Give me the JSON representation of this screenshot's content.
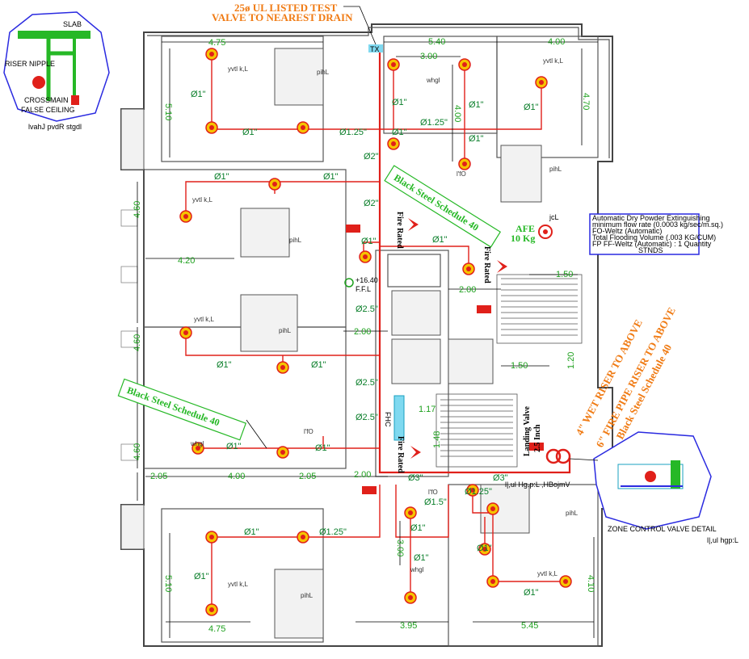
{
  "title_note": {
    "line1": "25ø UL LISTED TEST",
    "line2": "VALVE TO NEAREST DRAIN"
  },
  "riser_detail": {
    "slab": "SLAB",
    "riser_nipple": "RISER NIPPLE",
    "crossmain": "CROSSMAIN",
    "false_ceiling": "FALSE CEILING",
    "caption": "lvahJ pvdR stgdl"
  },
  "dimensions": {
    "top_left_width": "4.75",
    "top_mid_width": "5.40",
    "top_mid_sub": "3.00",
    "top_right_width": "4.00",
    "left_height_top": "5.10",
    "right_height_top": "4.70",
    "mid_height": "4.00",
    "left_h1": "4.60",
    "left_h2": "4.60",
    "left_h3": "4.60",
    "room_width_mid": "4.20",
    "corridor1": "2.00",
    "corridor2": "2.00",
    "corridor3": "2.00",
    "bottom_w1": "2.05",
    "bottom_w2": "4.00",
    "bottom_w3": "2.05",
    "stair_w": "1.50",
    "stair_w2": "1.50",
    "stair_h": "1.20",
    "landing_1": "1.17",
    "landing_2": "1.48",
    "bottom_left_width": "4.75",
    "bottom_mid_width": "3.95",
    "bottom_right_width": "5.45",
    "bottom_left_height": "5.10",
    "bottom_right_height": "4.10",
    "bottom_mid_height": "3.00"
  },
  "pipe_sizes": {
    "p1": "Ø1\"",
    "p1_25": "Ø1.25\"",
    "p2": "Ø2\"",
    "p2_5": "Ø2.5\"",
    "p3": "Ø3\"",
    "p1_5": "Ø1.5\""
  },
  "rooms": {
    "bedroom": "yvtl k,L",
    "bath": "pihL",
    "kitchen": "l'fO",
    "living": "whgl",
    "reception": "yvtl k,L"
  },
  "labels": {
    "black_steel": "Black Steel Schedule 40",
    "fire_rated": "Fire Rated",
    "fhc": "FHC",
    "landing_valve_1": "Landing Valve",
    "landing_valve_2": "2.5 Inch",
    "wet_riser": "4\" WET RISER TO ABOVE",
    "fire_pipe_riser": "6\" FIRE PIPE RISER TO ABOVE",
    "fire_pipe_sched": "Black Steel Schedule 40",
    "afe_1": "AFE",
    "afe_2": "10 Kg",
    "afe_tag": "jcL",
    "level_1": "+16.40",
    "level_2": "F.F.L",
    "zone_caption": "ZONE CONTROL VALVE DETAIL",
    "zone_caption_ar": "l|,ul hgp:L",
    "bottom_caption": "l|,ul Hg.p:L ,HBojmV",
    "test_valve_tag": "TX"
  },
  "legend_box": {
    "line1": "Automatic Dry Powder Extinguishing",
    "line2": "minimum flow rate (0.0003 kg/sec/m.sq.)",
    "line3": "FO-Weltz (Automatic)",
    "line4": "Total Flooding Volume (.003 KG/CUM)",
    "line5": "FP FF-Weltz (Automatic) : 1 Quantity",
    "line6": "STNDS"
  },
  "colors": {
    "pipe": "#e0201a",
    "dimension": "#1ea01e",
    "note": "#f07b14",
    "legend_border": "#2a2ae0",
    "highlight": "#26b826"
  }
}
